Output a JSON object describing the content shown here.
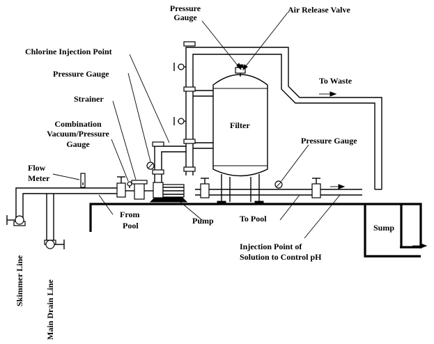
{
  "labels": {
    "pressure_gauge_top": [
      "Pressure",
      "Gauge"
    ],
    "air_release_valve": "Air Release Valve",
    "chlorine_injection_point": "Chlorine Injection Point",
    "pressure_gauge_mid": "Pressure Gauge",
    "strainer": "Strainer",
    "combination_gauge": [
      "Combination",
      "Vacuum/Pressure",
      "Gauge"
    ],
    "flow_meter": [
      "Flow",
      "Meter"
    ],
    "filter": "Filter",
    "to_waste": "To Waste",
    "pressure_gauge_right": "Pressure Gauge",
    "from_pool": [
      "From",
      "Pool"
    ],
    "pump": "Pump",
    "to_pool": "To Pool",
    "sump": "Sump",
    "injection_point_ph": [
      "Injection Point of",
      "Solution to Control pH"
    ],
    "skimmer_line": "Skimmer Line",
    "main_drain_line": "Main Drain Line"
  }
}
